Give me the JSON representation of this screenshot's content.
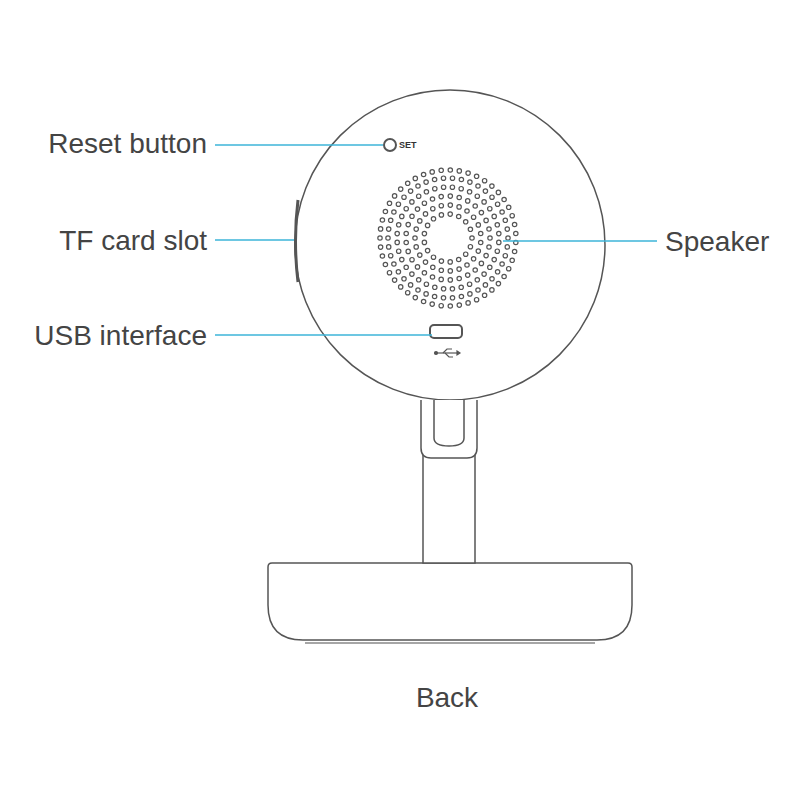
{
  "diagram": {
    "caption": "Back",
    "labels": [
      "Reset button",
      "TF card slot",
      "USB interface",
      "Speaker",
      "SET"
    ]
  }
}
